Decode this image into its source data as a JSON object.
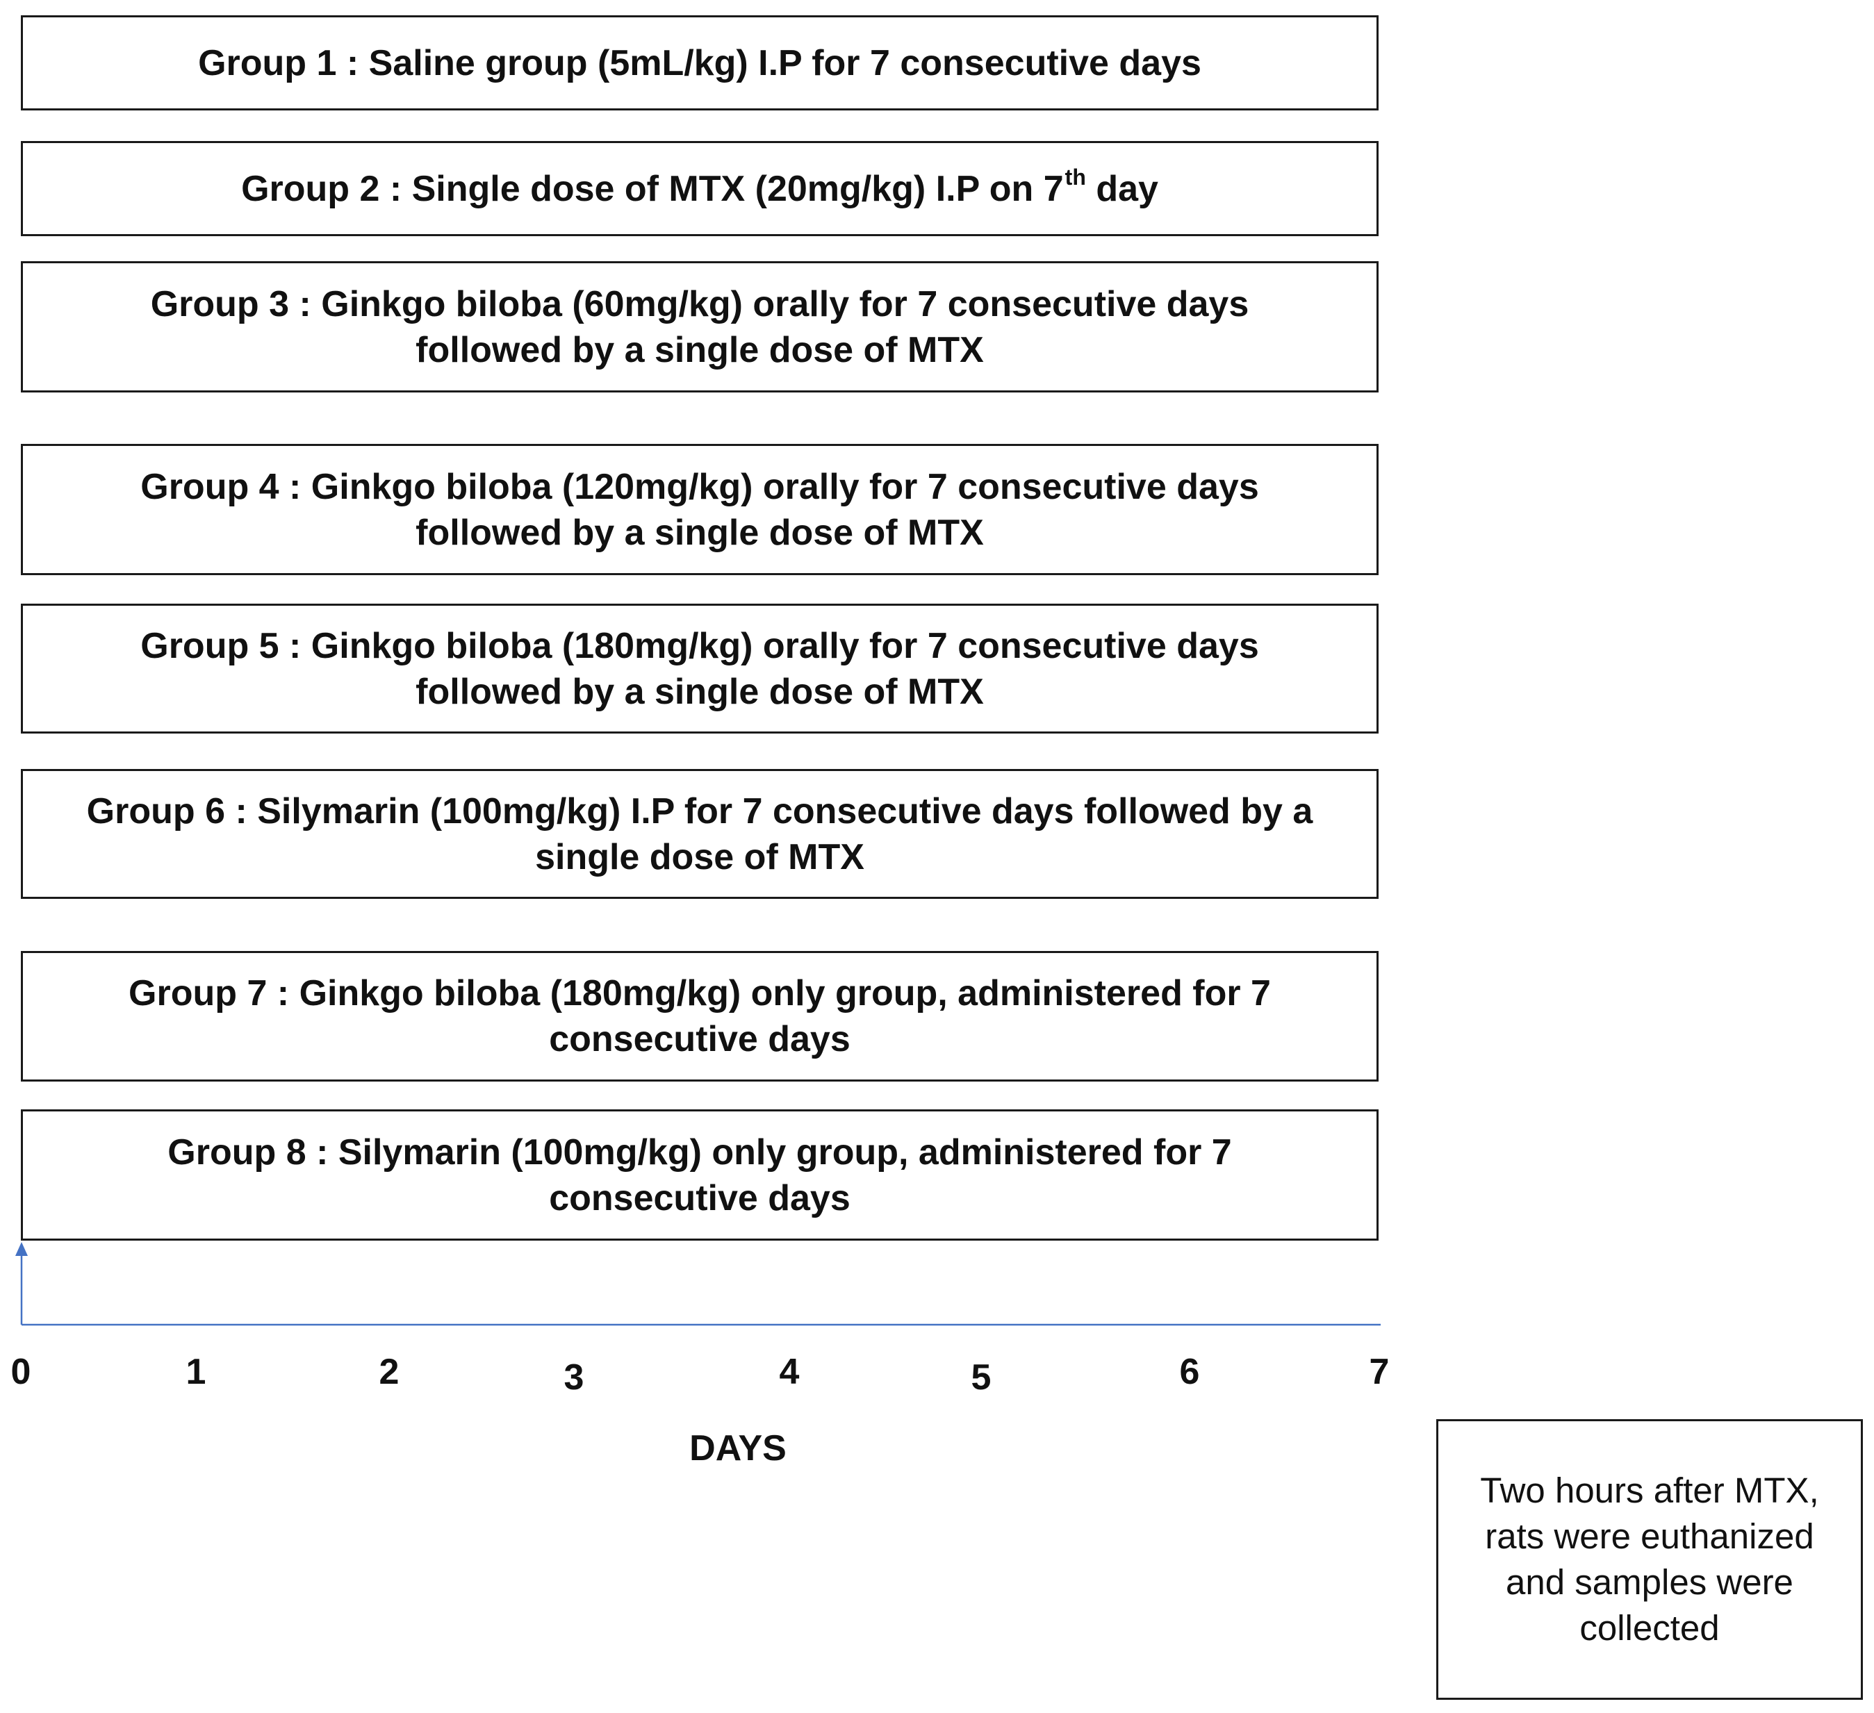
{
  "groups": [
    {
      "lines": [
        "Group 1 : Saline group (5mL/kg) I.P for 7 consecutive days"
      ]
    },
    {
      "line_before_sup": "Group 2 : Single dose of MTX (20mg/kg) I.P on  7",
      "sup": "th",
      "line_after_sup": " day"
    },
    {
      "lines": [
        "Group 3 : Ginkgo biloba (60mg/kg) orally for 7 consecutive days",
        "followed by a single dose of MTX"
      ]
    },
    {
      "lines": [
        "Group 4 : Ginkgo biloba (120mg/kg) orally for 7 consecutive days",
        "followed by a single dose of MTX"
      ]
    },
    {
      "lines": [
        "Group 5 : Ginkgo biloba (180mg/kg) orally for 7 consecutive days",
        "followed by a single dose of MTX"
      ]
    },
    {
      "lines": [
        "Group 6 : Silymarin (100mg/kg) I.P for 7 consecutive days followed by a",
        "single dose of MTX"
      ]
    },
    {
      "lines": [
        "Group 7 : Ginkgo biloba (180mg/kg) only group, administered for 7",
        "consecutive days"
      ]
    },
    {
      "lines": [
        "Group 8 : Silymarin (100mg/kg) only group, administered for 7",
        "consecutive days"
      ]
    }
  ],
  "timeline": {
    "ticks": [
      "0",
      "1",
      "2",
      "3",
      "4",
      "5",
      "6",
      "7"
    ],
    "axis_label": "DAYS",
    "axis_color": "#4472c4"
  },
  "note": {
    "lines": [
      "Two hours after MTX,",
      "rats were euthanized",
      "and samples were",
      "collected"
    ]
  }
}
